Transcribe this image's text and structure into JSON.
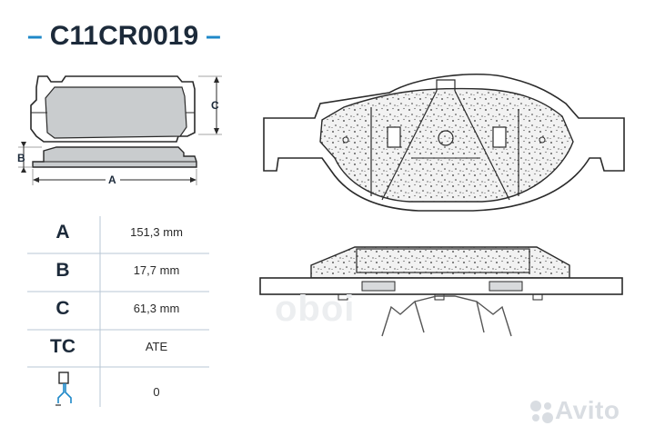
{
  "title": "C11CR0019",
  "dimension_labels": {
    "a": "A",
    "b": "B",
    "c": "C"
  },
  "specs": [
    {
      "key": "A",
      "value": "151,3 mm"
    },
    {
      "key": "B",
      "value": "17,7 mm"
    },
    {
      "key": "C",
      "value": "61,3 mm"
    },
    {
      "key": "TC",
      "value": "ATE"
    },
    {
      "key": "",
      "value": "0",
      "icon": "wear-sensor-icon"
    }
  ],
  "watermark": {
    "text": "Avito",
    "icon": "avito-dots-icon"
  },
  "overlay_text": "oboi",
  "colors": {
    "accent": "#1e88c8",
    "line": "#2a2a2a",
    "pad_fill": "#c9ccce",
    "text": "#1c2a3a"
  }
}
